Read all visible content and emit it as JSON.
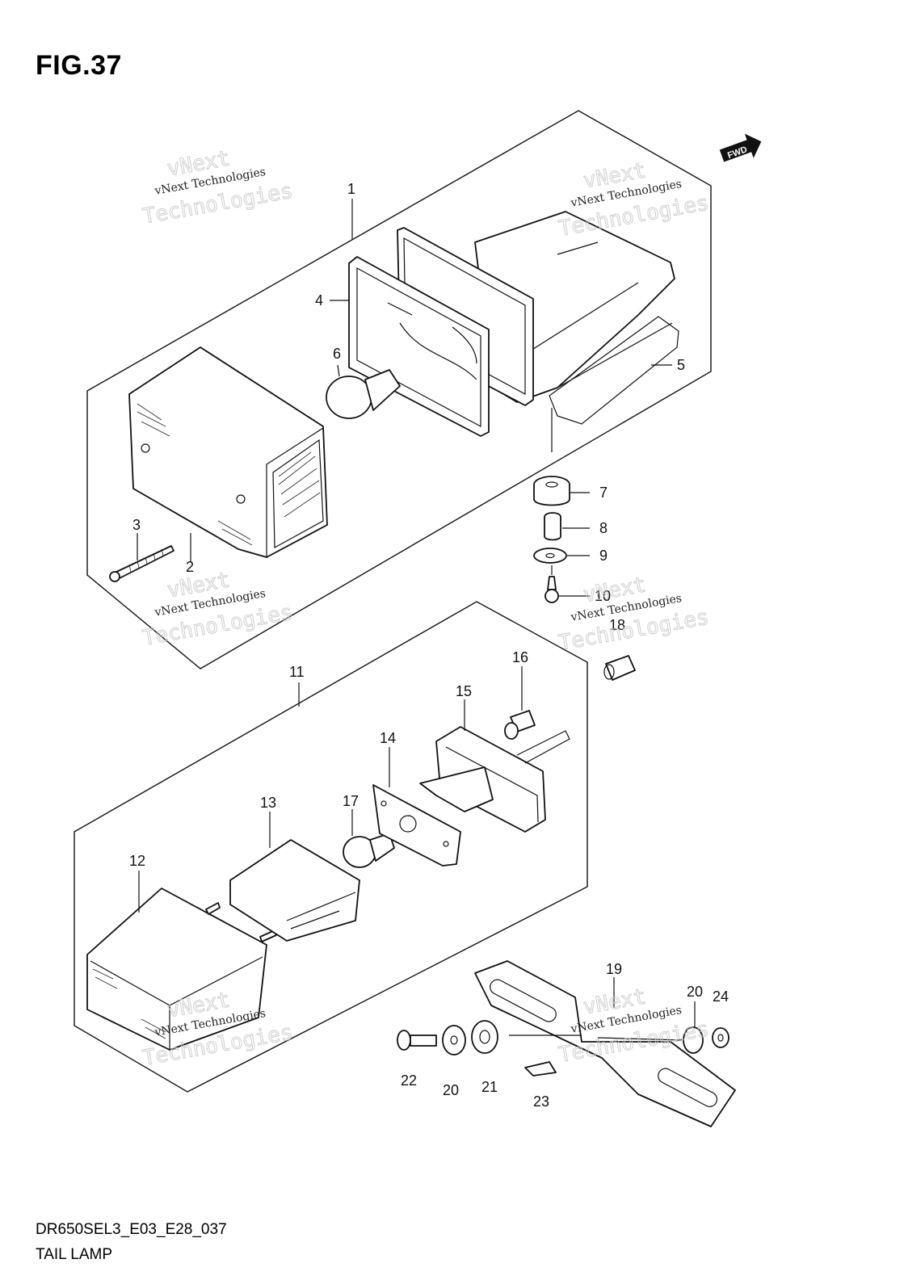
{
  "figure": {
    "title": "FIG.37",
    "code": "DR650SEL3_E03_E28_037",
    "name": "TAIL LAMP"
  },
  "direction_badge": "FWD",
  "watermark": {
    "brand": "vNext Technologies",
    "line1": "vNext",
    "line2": "Technologies"
  },
  "callouts": [
    {
      "id": "1",
      "label": "1"
    },
    {
      "id": "2",
      "label": "2"
    },
    {
      "id": "3",
      "label": "3"
    },
    {
      "id": "4",
      "label": "4"
    },
    {
      "id": "5",
      "label": "5"
    },
    {
      "id": "6",
      "label": "6"
    },
    {
      "id": "7",
      "label": "7"
    },
    {
      "id": "8",
      "label": "8"
    },
    {
      "id": "9",
      "label": "9"
    },
    {
      "id": "10",
      "label": "10"
    },
    {
      "id": "18",
      "label": "18"
    },
    {
      "id": "11",
      "label": "11"
    },
    {
      "id": "12",
      "label": "12"
    },
    {
      "id": "13",
      "label": "13"
    },
    {
      "id": "14",
      "label": "14"
    },
    {
      "id": "15",
      "label": "15"
    },
    {
      "id": "16",
      "label": "16"
    },
    {
      "id": "17",
      "label": "17"
    },
    {
      "id": "19",
      "label": "19"
    },
    {
      "id": "20a",
      "label": "20"
    },
    {
      "id": "24",
      "label": "24"
    },
    {
      "id": "22",
      "label": "22"
    },
    {
      "id": "20b",
      "label": "20"
    },
    {
      "id": "21",
      "label": "21"
    },
    {
      "id": "23",
      "label": "23"
    }
  ]
}
